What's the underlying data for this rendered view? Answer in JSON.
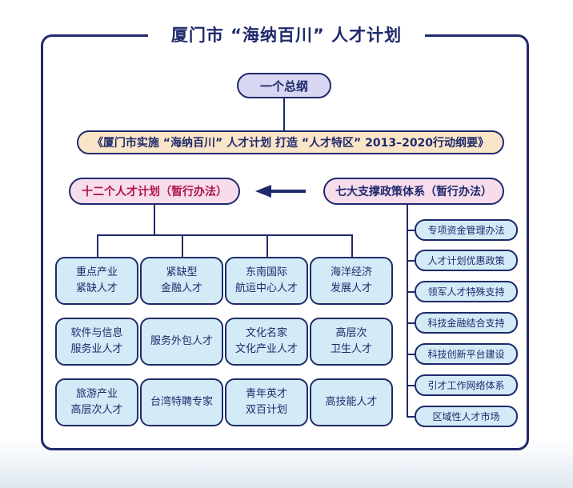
{
  "title": "厦门市 “海纳百川” 人才计划",
  "root": "一个总纲",
  "document": "《厦门市实施 “海纳百川” 人才计划  打造 “人才特区” 2013–2020行动纲要》",
  "left_branch": "十二个人才计划（暂行办法）",
  "right_branch": "七大支撑政策体系（暂行办法）",
  "talent_plans": [
    {
      "line1": "重点产业",
      "line2": "紧缺人才"
    },
    {
      "line1": "紧缺型",
      "line2": "金融人才"
    },
    {
      "line1": "东南国际",
      "line2": "航运中心人才"
    },
    {
      "line1": "海洋经济",
      "line2": "发展人才"
    },
    {
      "line1": "软件与信息",
      "line2": "服务业人才"
    },
    {
      "line1": "服务外包人才",
      "line2": ""
    },
    {
      "line1": "文化名家",
      "line2": "文化产业人才"
    },
    {
      "line1": "高层次",
      "line2": "卫生人才"
    },
    {
      "line1": "旅游产业",
      "line2": "高层次人才"
    },
    {
      "line1": "台湾特聘专家",
      "line2": ""
    },
    {
      "line1": "青年英才",
      "line2": "双百计划"
    },
    {
      "line1": "高技能人才",
      "line2": ""
    }
  ],
  "policies": [
    "专项资金管理办法",
    "人才计划优惠政策",
    "领军人才特殊支持",
    "科技金融结合支持",
    "科技创新平台建设",
    "引才工作网络体系",
    "区域性人才市场"
  ]
}
